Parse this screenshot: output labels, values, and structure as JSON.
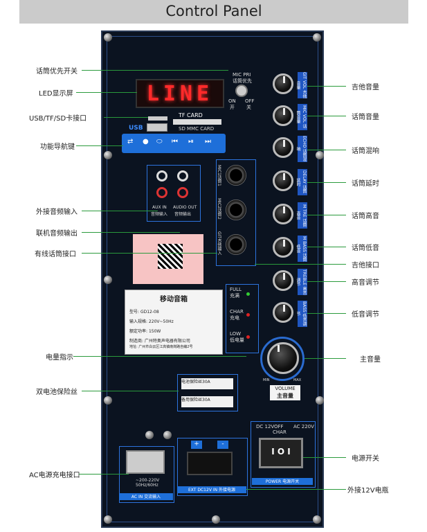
{
  "title": "Control Panel",
  "labels_left": [
    "话筒优先开关",
    "LED显示屏",
    "USB/TF/SD卡接口",
    "功能导航键",
    "外接音频输入",
    "联机音频输出",
    "有线话筒接口",
    "电量指示",
    "双电池保险丝",
    "AC电源充电接口"
  ],
  "labels_right": [
    "吉他音量",
    "话筒音量",
    "话筒混响",
    "话筒延时",
    "话筒高音",
    "话筒低音",
    "吉他接口",
    "高音调节",
    "低音调节",
    "主音量",
    "电源开关",
    "外接12V电瓶"
  ],
  "panel": {
    "led_text": "LINE",
    "mic_pri": "MIC PRI",
    "mic_pri_cn": "话筒优先",
    "on": "ON",
    "on_cn": "开",
    "off": "OFF",
    "off_cn": "关",
    "tf_card": "TF CARD",
    "usb": "USB",
    "sd_mmc": "SD MMC CARD",
    "aux_in": "AUX IN",
    "aux_in_cn": "音频输入",
    "audio_out": "AUDIO OUT",
    "audio_out_cn": "音频输出",
    "mic1": "MIC1话筒1",
    "mic2": "MIC2话筒2",
    "git": "GIT吉他输入",
    "knobs": [
      "GIT VOL",
      "MIC VOL",
      "ECHO",
      "DELAY",
      "M TRE",
      "M BASS",
      "TREBLE",
      "BASS"
    ],
    "knobs_cn": [
      "吉他音量",
      "话筒音量",
      "话筒混响",
      "话筒延时",
      "话筒高音",
      "话筒低音",
      "高音调节",
      "低音调节"
    ],
    "full": "FULL",
    "full_cn": "充满",
    "char": "CHAR",
    "char_cn": "充电",
    "low": "LOW",
    "low_cn": "低电量",
    "nameplate_title": "移动音箱",
    "np_model_label": "型号:",
    "np_model": "GD12-08",
    "np_input": "输入规格: 220V~50Hz",
    "np_power_label": "额定功率:",
    "np_power": "150W",
    "np_maker": "制造商: 广州特奥声电器有限公司",
    "np_addr": "地址: 广州市白云区江高镇南岗路自编2号",
    "volume": "VOLUME",
    "volume_cn": "主音量",
    "vol_min": "MIN",
    "vol_max": "MAX",
    "fuse1": "电池保险丝30A",
    "fuse2": "备用保险丝30A",
    "dc12": "DC 12V",
    "off2": "OFF",
    "char2": "CHAR",
    "ac220": "AC 220V",
    "power_cn": "POWER 电源开关",
    "switch_text": "I O I",
    "ac_in_spec": "~200-220V 50Hz/60Hz",
    "ac_in": "AC IN 交流输入",
    "dc_in": "EXT DC12V IN 外接电源",
    "plus": "+",
    "minus": "-"
  }
}
